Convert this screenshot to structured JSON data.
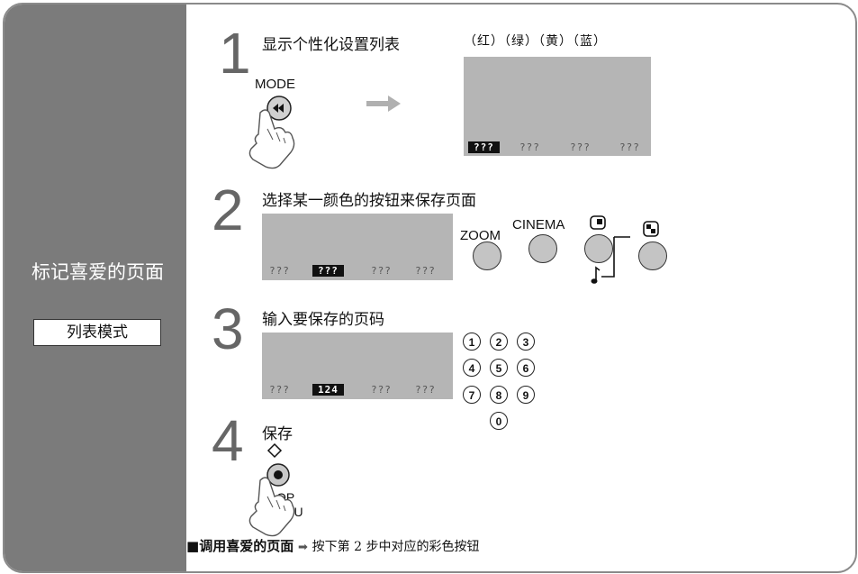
{
  "sidebar": {
    "title": "标记喜爱的页面",
    "mode_label": "列表模式"
  },
  "step1": {
    "number": "1",
    "title": "显示个性化设置列表",
    "color_labels": "（红）（绿）（黄）（蓝）",
    "button_label": "MODE",
    "slots": [
      "???",
      "???",
      "???",
      "???"
    ]
  },
  "step2": {
    "number": "2",
    "title": "选择某一颜色的按钮来保存页面",
    "slots": [
      "???",
      "???",
      "???",
      "???"
    ],
    "buttons": {
      "zoom": "ZOOM",
      "cinema": "CINEMA"
    }
  },
  "step3": {
    "number": "3",
    "title": "输入要保存的页码",
    "slots": [
      "???",
      "124",
      "???",
      "???"
    ],
    "keys": [
      "1",
      "2",
      "3",
      "4",
      "5",
      "6",
      "7",
      "8",
      "9",
      "0"
    ]
  },
  "step4": {
    "number": "4",
    "title": "保存",
    "button_label_line1": "OP",
    "button_label_line2": "ENU"
  },
  "footer": {
    "bullet": "■",
    "bold_text": "调用喜爱的页面",
    "arrow": "➡",
    "text": "按下第 2 步中对应的彩色按钮"
  }
}
